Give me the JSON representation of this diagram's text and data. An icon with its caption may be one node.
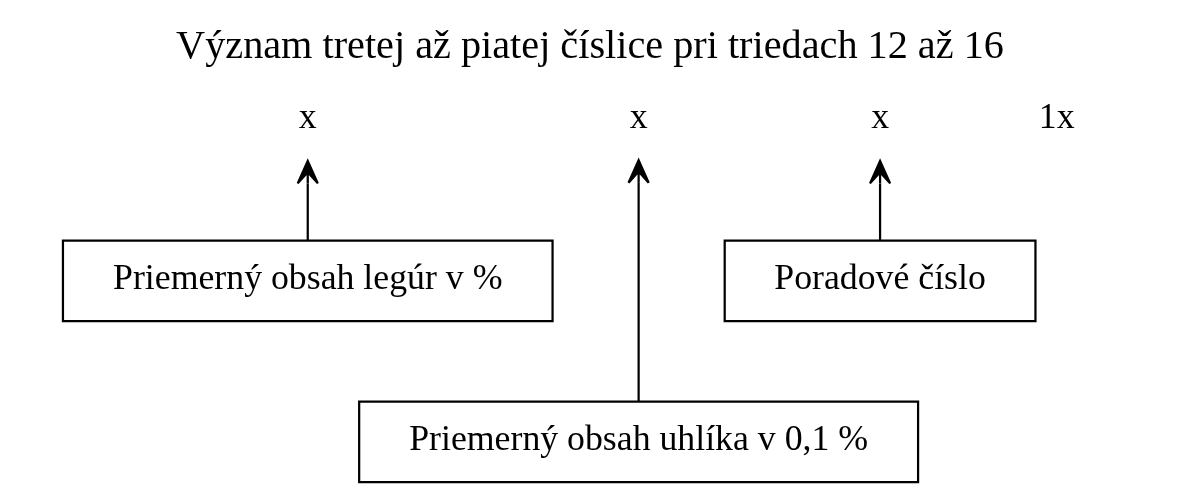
{
  "diagram": {
    "title": "Význam tretej až piatej číslice pri triedach 12 až 16",
    "nodes": [
      {
        "text": [
          "x"
        ]
      },
      {
        "text": [
          "x"
        ]
      },
      {
        "text": [
          "x"
        ]
      },
      {
        "text": [
          "Priemerný obsah legúr v %"
        ]
      },
      {
        "text": [
          "Poradové číslo"
        ]
      },
      {
        "text": [
          "Priemerný obsah uhlíka v 0,1 %"
        ]
      }
    ],
    "edges": [
      {
        "from": 3,
        "to": 0,
        "arrow": "to"
      },
      {
        "from": 5,
        "to": 1,
        "arrow": "to"
      },
      {
        "from": 4,
        "to": 2,
        "arrow": "to"
      }
    ],
    "labels": [
      "1x"
    ]
  }
}
